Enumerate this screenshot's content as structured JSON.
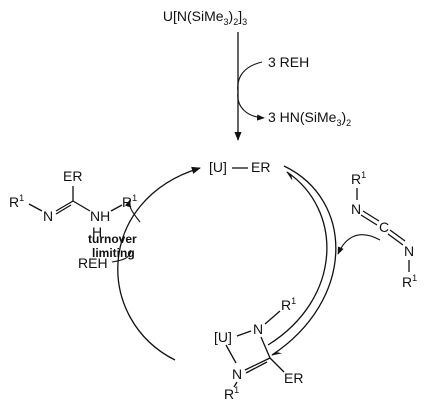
{
  "precursor": {
    "prefix": "U[N(SiMe",
    "sub1": "3",
    "mid": ")",
    "sub2": "2",
    "close": "]",
    "sub3": "3"
  },
  "reagent_in": {
    "text": "3 REH"
  },
  "byproduct_out": {
    "prefix": "3 HN(SiMe",
    "sub1": "3",
    "mid": ")",
    "sub2": "2"
  },
  "catalyst": {
    "metal": "[U]",
    "group": "ER"
  },
  "carbodiimide": {
    "r_top": "R",
    "r_top_sup": "1",
    "n1": "N",
    "c": "C",
    "n2": "N",
    "r_bot": "R",
    "r_bot_sup": "1"
  },
  "product": {
    "er": "ER",
    "r_left": "R",
    "r_left_sup": "1",
    "n_left": "N",
    "nh": "NH",
    "h": "H",
    "r_right": "R",
    "r_right_sup": "1"
  },
  "step_label": {
    "line1": "turnover",
    "line2": "limiting"
  },
  "reagent_cycle": {
    "text": "REH"
  },
  "intermediate": {
    "metal": "[U]",
    "n_top": "N",
    "r_top": "R",
    "r_top_sup": "1",
    "n_bottom": "N",
    "r_bottom": "R",
    "r_bottom_sup": "1",
    "er": "ER"
  }
}
